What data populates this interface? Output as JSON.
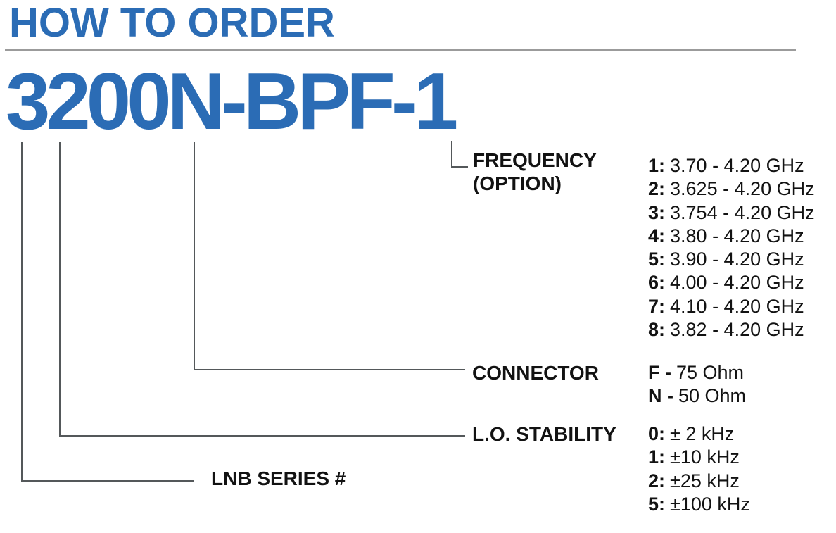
{
  "title": "HOW TO ORDER",
  "part_number": "3200N-BPF-1",
  "colors": {
    "accent_blue": "#2b6cb5",
    "callout_line_gray": "#54585a",
    "divider_gray": "#9b9b9b",
    "text_black": "#121212"
  },
  "groups": {
    "frequency": {
      "label_line1": "FREQUENCY",
      "label_line2": "(OPTION)",
      "options": [
        {
          "key": "1:",
          "value": "3.70 - 4.20 GHz"
        },
        {
          "key": "2:",
          "value": "3.625 - 4.20 GHz"
        },
        {
          "key": "3:",
          "value": "3.754 - 4.20 GHz"
        },
        {
          "key": "4:",
          "value": "3.80 - 4.20 GHz"
        },
        {
          "key": "5:",
          "value": "3.90 - 4.20 GHz"
        },
        {
          "key": "6:",
          "value": "4.00 - 4.20 GHz"
        },
        {
          "key": "7:",
          "value": "4.10 - 4.20 GHz"
        },
        {
          "key": "8:",
          "value": "3.82 - 4.20 GHz"
        }
      ]
    },
    "connector": {
      "label": "CONNECTOR",
      "options": [
        {
          "key": "F -",
          "value": "75 Ohm"
        },
        {
          "key": "N -",
          "value": "50 Ohm"
        }
      ]
    },
    "lo_stability": {
      "label": "L.O. STABILITY",
      "options": [
        {
          "key": "0:",
          "value": "± 2 kHz"
        },
        {
          "key": "1:",
          "value": "±10 kHz"
        },
        {
          "key": "2:",
          "value": "±25 kHz"
        },
        {
          "key": "5:",
          "value": "±100 kHz"
        }
      ]
    },
    "lnb_series": {
      "label": "LNB SERIES #"
    }
  }
}
